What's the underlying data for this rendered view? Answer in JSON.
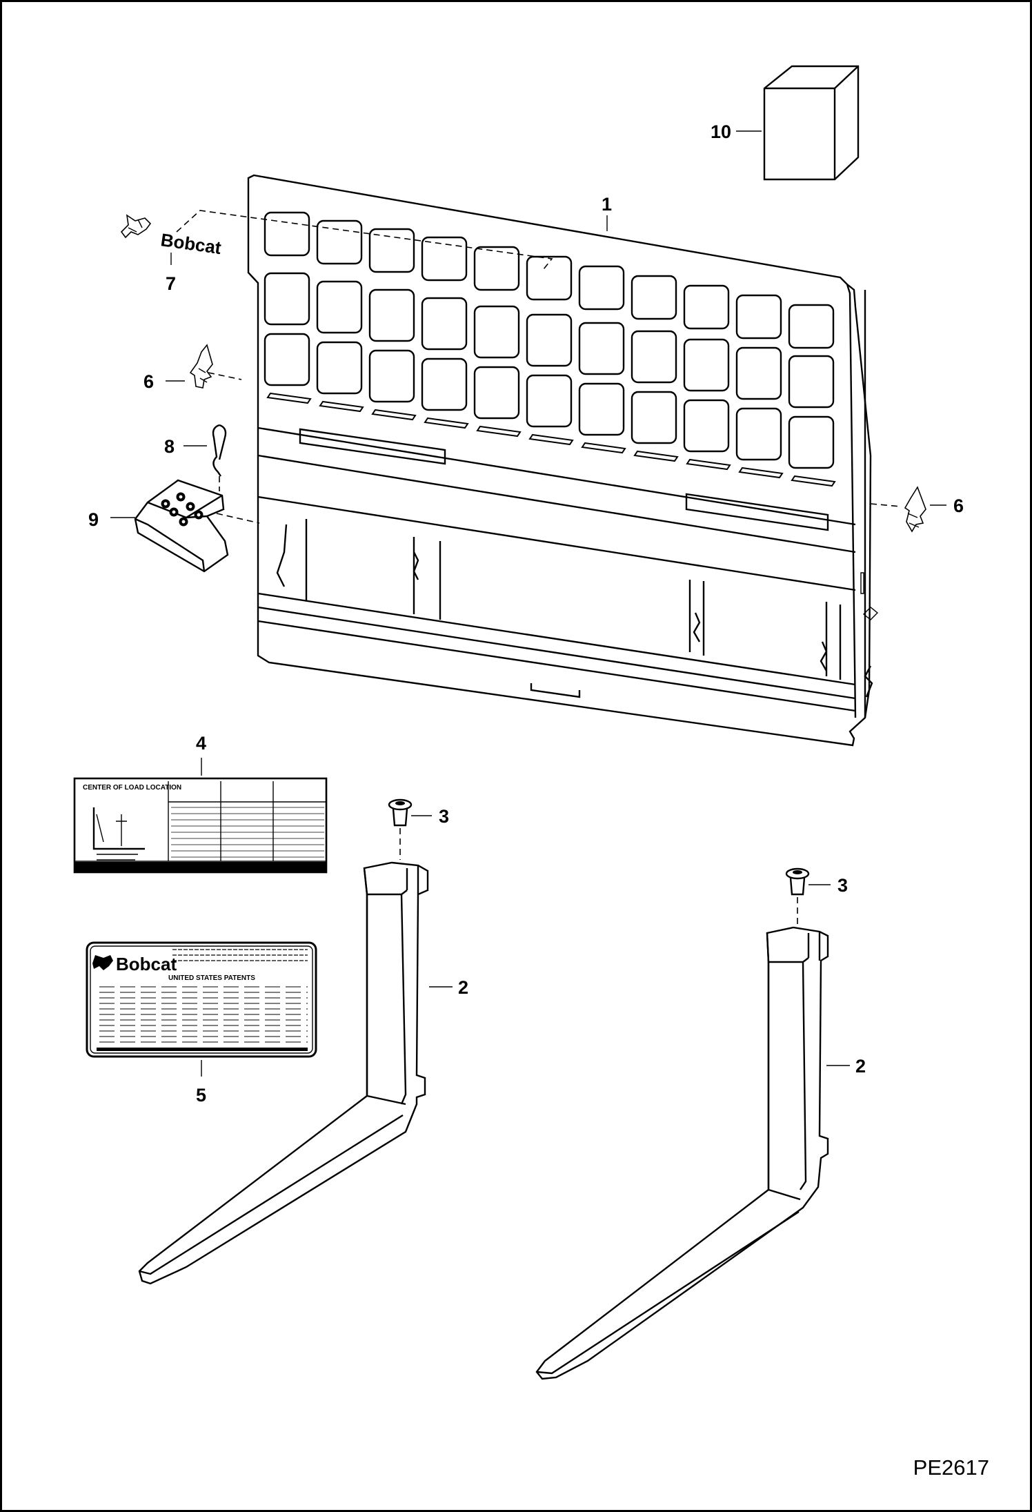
{
  "drawing_id": "PE2617",
  "callouts": {
    "c1": "1",
    "c2a": "2",
    "c2b": "2",
    "c3a": "3",
    "c3b": "3",
    "c4": "4",
    "c5": "5",
    "c6a": "6",
    "c6b": "6",
    "c7": "7",
    "c8": "8",
    "c9": "9",
    "c10": "10"
  },
  "decal_logo": {
    "brand": "Bobcat"
  },
  "decal_load_chart": {
    "heading": "CENTER OF LOAD LOCATION"
  },
  "decal_patent": {
    "brand": "Bobcat",
    "title": "UNITED STATES PATENTS"
  },
  "icons": [
    "bobcat-head-icon"
  ]
}
